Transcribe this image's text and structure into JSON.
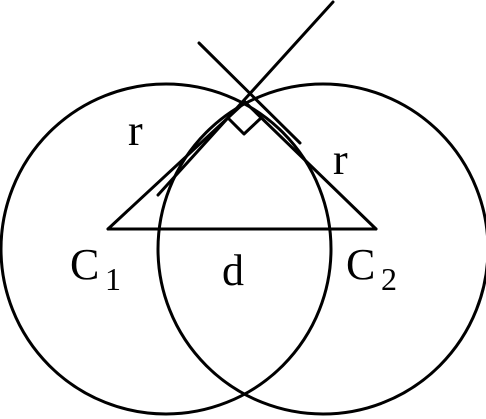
{
  "diagram": {
    "labels": {
      "radius_left": "r",
      "radius_right": "r",
      "distance": "d",
      "center_left_main": "C",
      "center_left_sub": "1",
      "center_right_main": "C",
      "center_right_sub": "2"
    },
    "right_angle_marker": true
  }
}
